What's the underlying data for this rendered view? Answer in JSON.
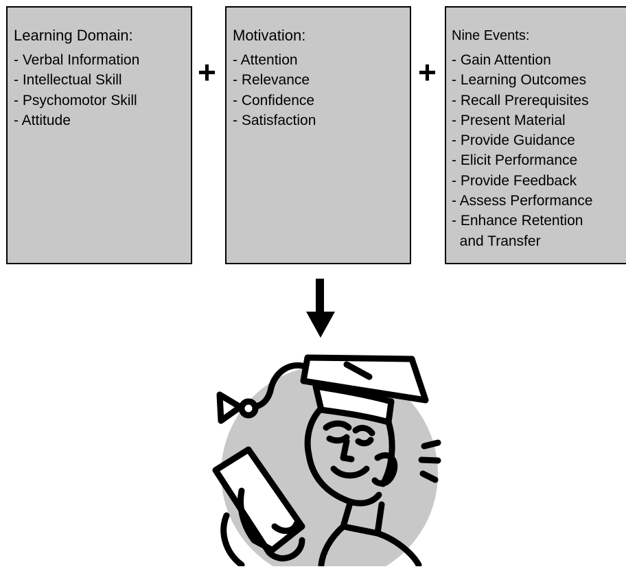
{
  "boxes": {
    "domain": {
      "title": "Learning Domain:",
      "items": [
        "- Verbal Information",
        "- Intellectual Skill",
        "- Psychomotor Skill",
        "- Attitude"
      ]
    },
    "motivation": {
      "title": "Motivation:",
      "items": [
        "- Attention",
        "- Relevance",
        "- Confidence",
        "- Satisfaction"
      ]
    },
    "events": {
      "title": "Nine Events:",
      "items": [
        "- Gain Attention",
        "- Learning Outcomes",
        "- Recall Prerequisites",
        "- Present Material",
        "- Provide Guidance",
        "- Elicit Performance",
        "- Provide Feedback",
        "- Assess Performance",
        "- Enhance Retention",
        "  and Transfer"
      ]
    }
  },
  "operators": {
    "plus": "+"
  },
  "illustration": {
    "icon": "graduate-with-diploma-icon"
  },
  "colors": {
    "box_fill": "#c8c8c8",
    "outline": "#000000",
    "circle_fill": "#c8c8c8"
  }
}
